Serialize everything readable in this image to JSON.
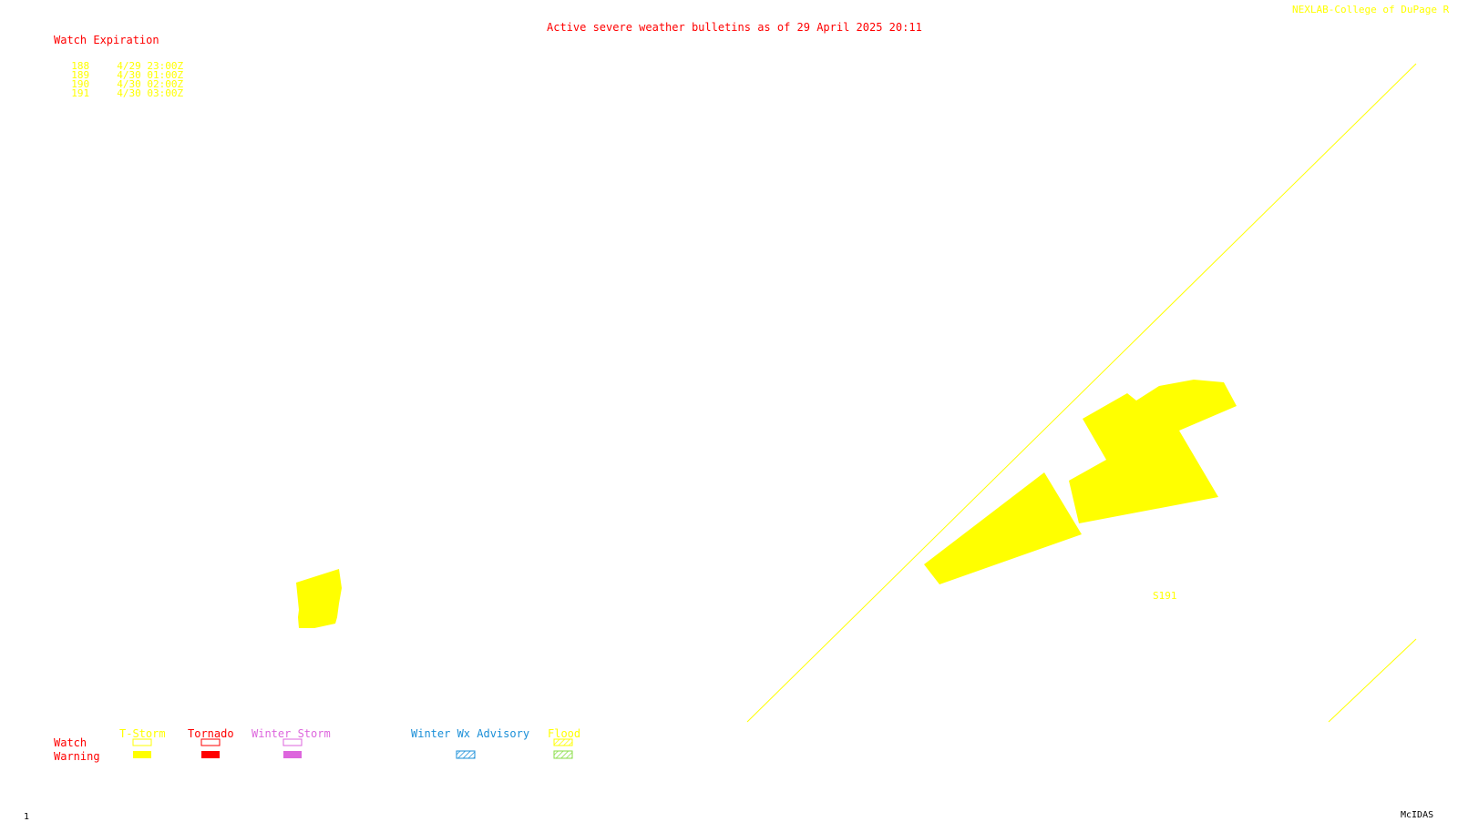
{
  "header": {
    "title": "Active severe weather bulletins as of 29 April 2025 20:11",
    "credit": "NEXLAB-College of DuPage R"
  },
  "watch_table": {
    "heading": "Watch Expiration",
    "rows": [
      {
        "number": "188",
        "expiration": "4/29 23:00Z"
      },
      {
        "number": "189",
        "expiration": "4/30 01:00Z"
      },
      {
        "number": "190",
        "expiration": "4/30 02:00Z"
      },
      {
        "number": "191",
        "expiration": "4/30 03:00Z"
      }
    ]
  },
  "map": {
    "watch_label": "S191",
    "colors": {
      "tstorm": "#ffff00",
      "tornado": "#ff0000",
      "winter_storm": "#dd66dd",
      "winter_wx_advisory": "#1a8fd8",
      "flood": "#88dd44"
    }
  },
  "legend": {
    "row_watch": "Watch",
    "row_warning": "Warning",
    "categories": [
      {
        "label": "T-Storm",
        "color": "#ffff00"
      },
      {
        "label": "Tornado",
        "color": "#ff0000"
      },
      {
        "label": "Winter Storm",
        "color": "#dd66dd"
      },
      {
        "label": "Winter Wx Advisory",
        "color": "#1a8fd8"
      },
      {
        "label": "Flood",
        "color": "#ffff00"
      }
    ]
  },
  "footer": {
    "frame_number": "1",
    "software": "McIDAS"
  }
}
